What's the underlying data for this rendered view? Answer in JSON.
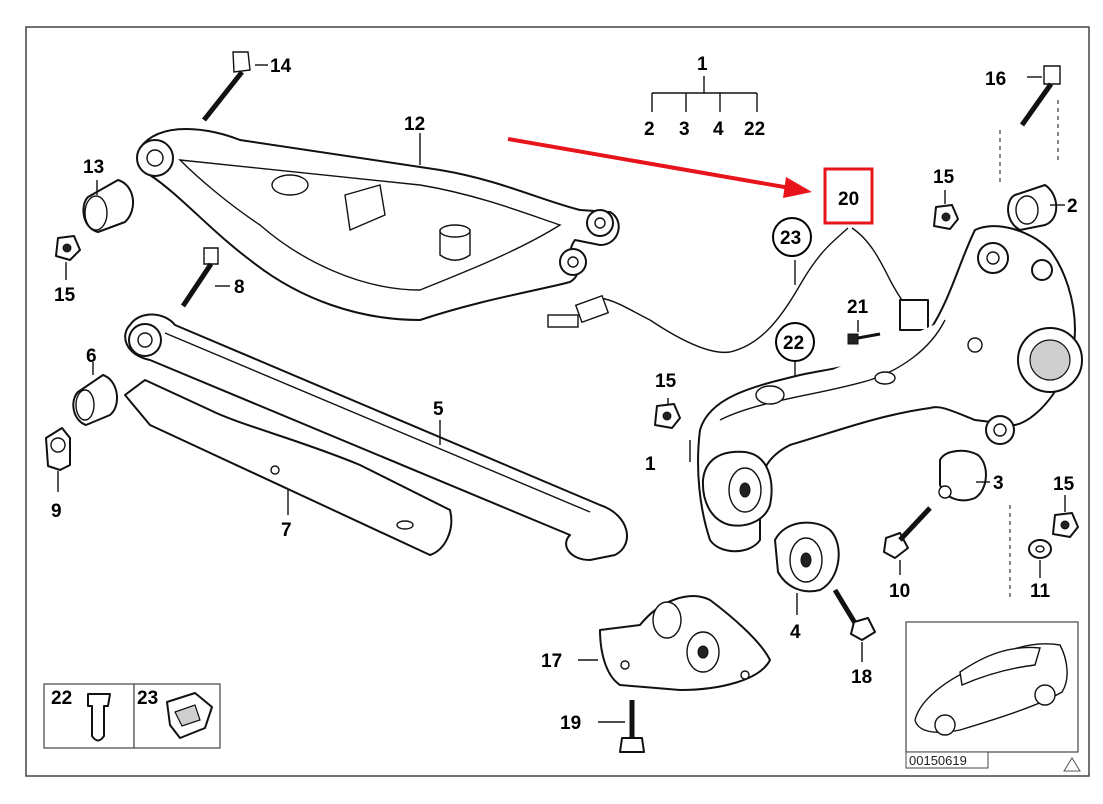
{
  "diagram": {
    "frame_color": "#444444",
    "arrow_color": "#e8141b",
    "highlight_color": "#e8141b",
    "callouts": {
      "c1_top": "1",
      "c2_group": "2",
      "c3_group": "3",
      "c4_group": "4",
      "c22_group": "22",
      "c14": "14",
      "c12": "12",
      "c13": "13",
      "c15_left": "15",
      "c8": "8",
      "c6": "6",
      "c5": "5",
      "c9": "9",
      "c7": "7",
      "c16": "16",
      "c15_upper_right": "15",
      "c2_right": "2",
      "c20": "20",
      "c23_circled": "23",
      "c21": "21",
      "c22_circled": "22",
      "c15_mid": "15",
      "c1_mid": "1",
      "c3_right": "3",
      "c15_lower_right": "15",
      "c10": "10",
      "c11": "11",
      "c4_bottom": "4",
      "c18": "18",
      "c17": "17",
      "c19": "19",
      "inset22": "22",
      "inset23": "23"
    },
    "image_code": "00150619"
  }
}
